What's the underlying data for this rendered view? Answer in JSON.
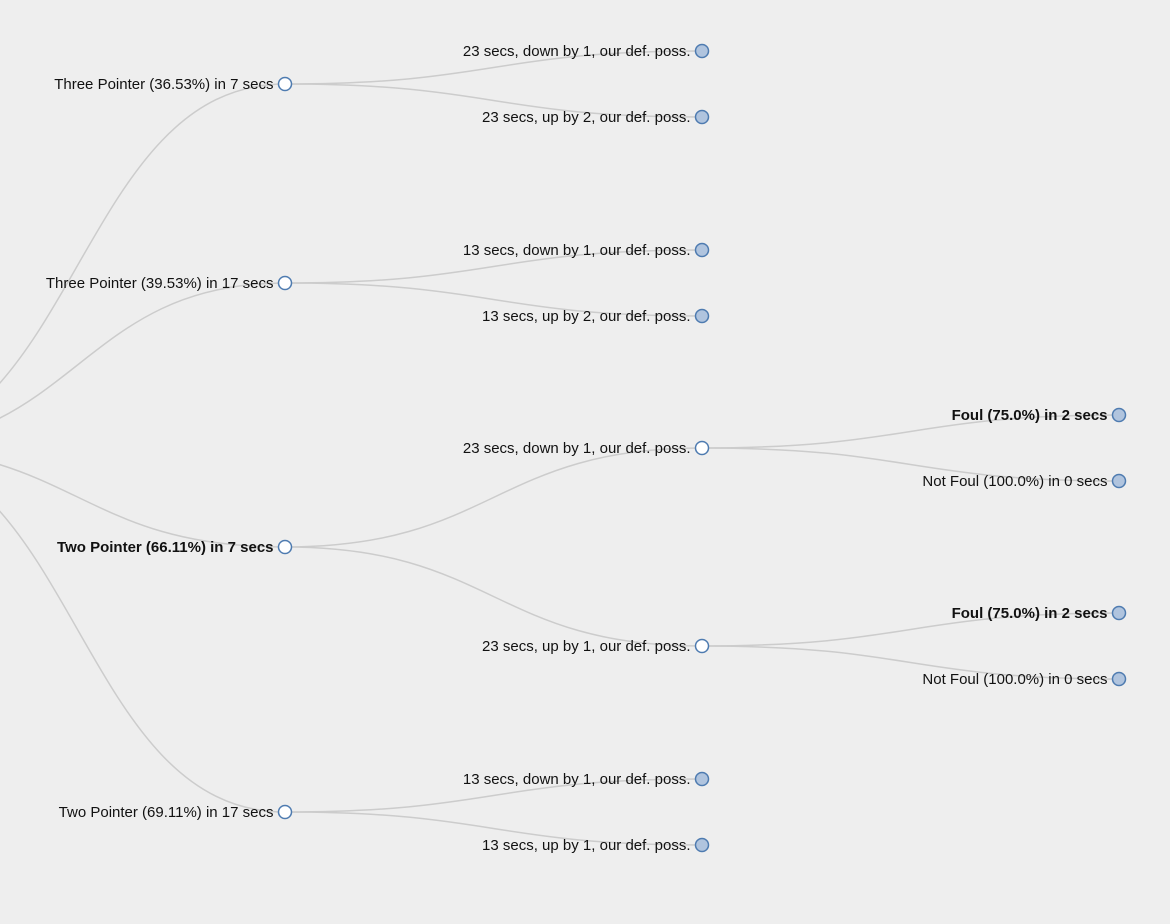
{
  "colors": {
    "background": "#eeeeee",
    "link": "#cccccc",
    "node_stroke": "#4e7bb0",
    "leaf_fill": "#b0c4de",
    "expandable_fill": "#ffffff"
  },
  "tree": {
    "children": [
      {
        "label": "Three Pointer (36.53%) in 7 secs",
        "bold": false,
        "children": [
          {
            "label": "23 secs, down by 1, our def. poss.",
            "bold": false,
            "children": []
          },
          {
            "label": "23 secs, up by 2, our def. poss.",
            "bold": false,
            "children": []
          }
        ]
      },
      {
        "label": "Three Pointer (39.53%) in 17 secs",
        "bold": false,
        "children": [
          {
            "label": "13 secs, down by 1, our def. poss.",
            "bold": false,
            "children": []
          },
          {
            "label": "13 secs, up by 2, our def. poss.",
            "bold": false,
            "children": []
          }
        ]
      },
      {
        "label": "Two Pointer (66.11%)  in 7 secs",
        "bold": true,
        "children": [
          {
            "label": "23 secs, down by 1, our def. poss.",
            "bold": false,
            "children": [
              {
                "label": "Foul (75.0%) in 2 secs",
                "bold": true,
                "children": []
              },
              {
                "label": "Not Foul (100.0%) in 0 secs",
                "bold": false,
                "children": []
              }
            ]
          },
          {
            "label": "23 secs, up by 1, our def. poss.",
            "bold": false,
            "children": [
              {
                "label": "Foul (75.0%) in 2 secs",
                "bold": true,
                "children": []
              },
              {
                "label": "Not Foul (100.0%) in 0 secs",
                "bold": false,
                "children": []
              }
            ]
          }
        ]
      },
      {
        "label": "Two Pointer (69.11%)  in 17 secs",
        "bold": false,
        "children": [
          {
            "label": "13 secs, down by 1, our def. poss.",
            "bold": false,
            "children": []
          },
          {
            "label": "13 secs, up by 1, our def. poss.",
            "bold": false,
            "children": []
          }
        ]
      }
    ]
  }
}
